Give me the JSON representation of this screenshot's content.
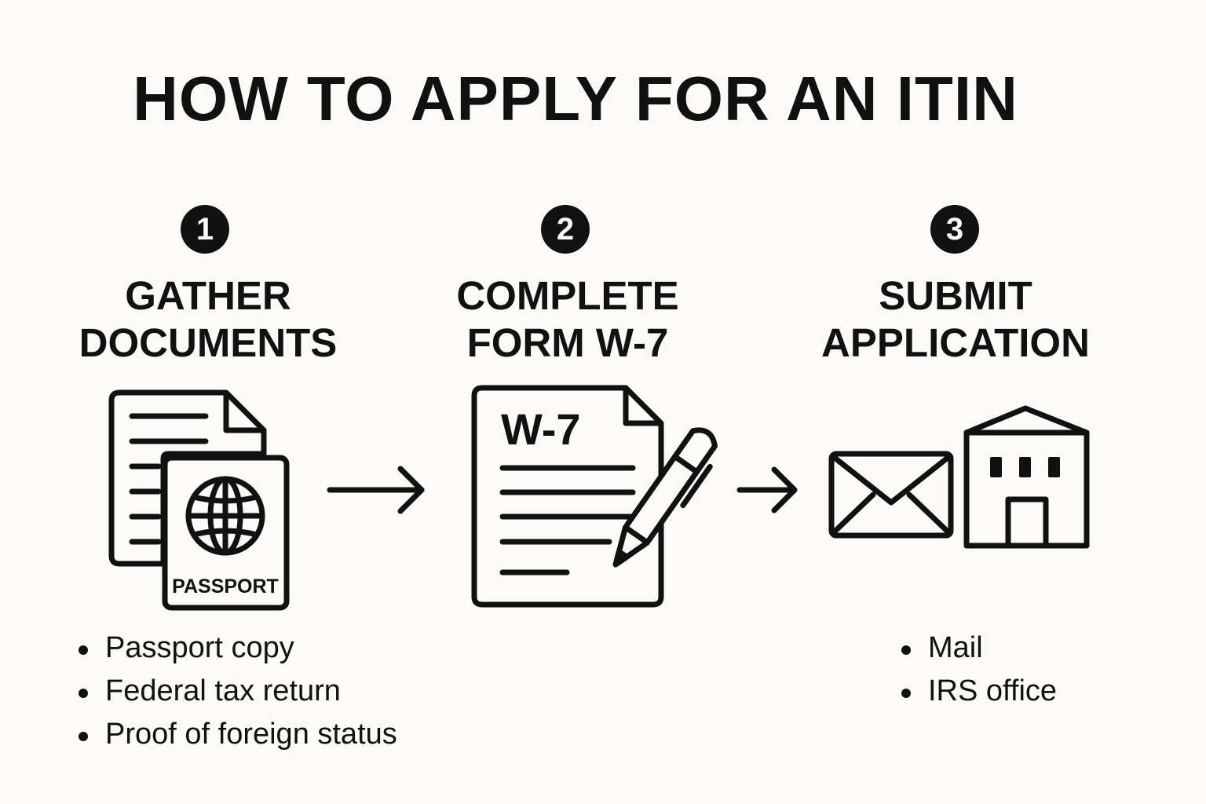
{
  "title": "HOW TO APPLY FOR AN ITIN",
  "steps": [
    {
      "number": "1",
      "title_lines": [
        "GATHER",
        "DOCUMENTS"
      ],
      "icon": "documents-passport-icon",
      "passport_label": "PASSPORT",
      "bullets": [
        "Passport copy",
        "Federal tax return",
        "Proof of foreign status"
      ]
    },
    {
      "number": "2",
      "title_lines": [
        "COMPLETE",
        "FORM W-7"
      ],
      "icon": "form-pen-icon",
      "form_label": "W-7"
    },
    {
      "number": "3",
      "title_lines": [
        "SUBMIT",
        "APPLICATION"
      ],
      "icon": "mail-building-icon",
      "bullets": [
        "Mail",
        "IRS office"
      ]
    }
  ],
  "colors": {
    "background": "#fbfaf7",
    "ink": "#111111"
  }
}
